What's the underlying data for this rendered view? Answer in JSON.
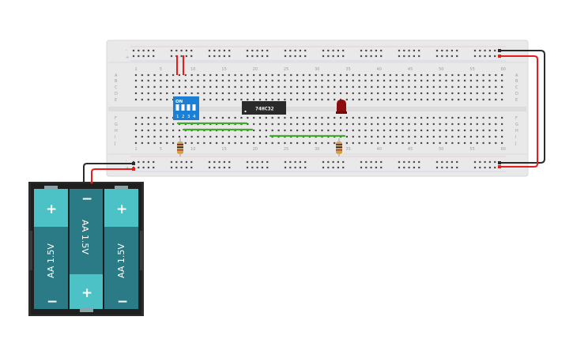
{
  "breadboard": {
    "column_labels": [
      "1",
      "5",
      "10",
      "15",
      "20",
      "25",
      "30",
      "35",
      "40",
      "45",
      "50",
      "55",
      "60"
    ],
    "row_labels_top": [
      "A",
      "B",
      "C",
      "D",
      "E"
    ],
    "row_labels_bottom": [
      "F",
      "G",
      "H",
      "I",
      "J"
    ],
    "rail_minus": "-",
    "rail_plus": "+"
  },
  "chip": {
    "label": "74HC32"
  },
  "dip_switch": {
    "on_label": "ON",
    "numbers": [
      "1",
      "2",
      "3",
      "4"
    ]
  },
  "led": {
    "color": "#8b0d0d"
  },
  "battery_pack": {
    "cells": [
      {
        "label": "AA 1.5V",
        "top_sign": "+",
        "bottom_sign": "−"
      },
      {
        "label": "AA 1.5V",
        "top_sign": "−",
        "bottom_sign": "+"
      },
      {
        "label": "AA 1.5V",
        "top_sign": "+",
        "bottom_sign": "−"
      }
    ]
  },
  "colors": {
    "wire_red": "#e41d1d",
    "wire_black": "#2b2b2b",
    "wire_green": "#3fae2a",
    "board": "#e9e9e9",
    "chip_body": "#2a2a2a",
    "dip_body": "#1c7fd6",
    "battery_cell": "#2a7b85",
    "battery_cell_light": "#4cc2c6"
  }
}
